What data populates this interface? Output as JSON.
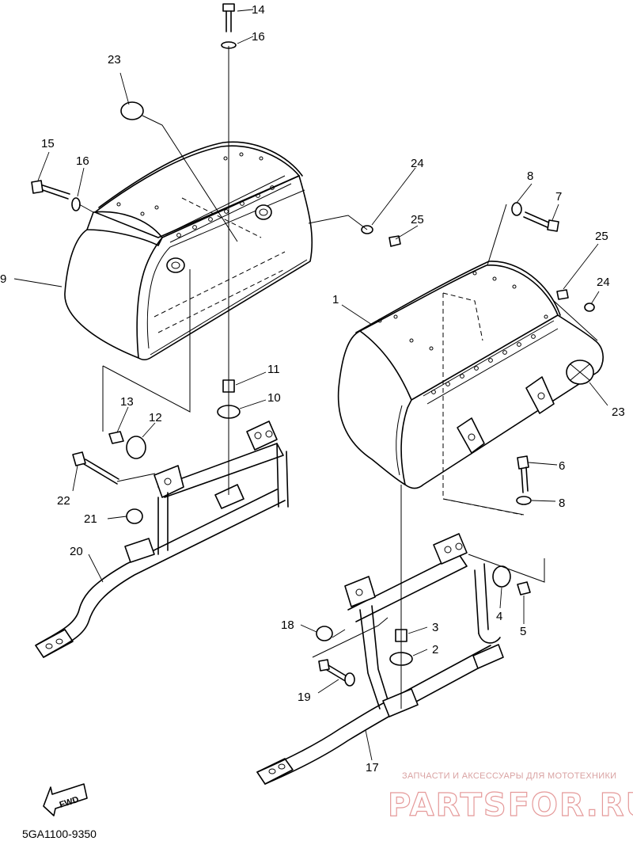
{
  "callouts": {
    "c1": "1",
    "c2": "2",
    "c3": "3",
    "c4": "4",
    "c5": "5",
    "c6": "6",
    "c7": "7",
    "c8a": "8",
    "c8b": "8",
    "c9": "9",
    "c10": "10",
    "c11": "11",
    "c12": "12",
    "c13": "13",
    "c14": "14",
    "c15": "15",
    "c16a": "16",
    "c16b": "16",
    "c17": "17",
    "c18": "18",
    "c19": "19",
    "c20": "20",
    "c21": "21",
    "c22": "22",
    "c23a": "23",
    "c23b": "23",
    "c24a": "24",
    "c24b": "24",
    "c25a": "25",
    "c25b": "25"
  },
  "diagram_code": "5GA1100-9350",
  "fwd_label": "FWD",
  "watermark": {
    "tagline": "ЗАПЧАСТИ И АКСЕССУАРЫ ДЛЯ МОТОТЕХНИКИ",
    "brand": "PARTSFOR.RU"
  }
}
